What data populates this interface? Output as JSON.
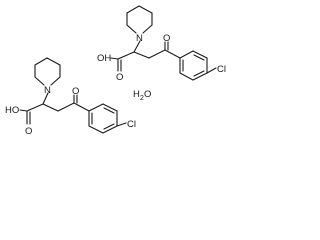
{
  "molecule_1": {
    "labels": {
      "nitrogen": "N",
      "hydroxyl": "HO",
      "carboxyl_oxygen": "O",
      "ketone_oxygen": "O",
      "chlorine": "Cl"
    }
  },
  "molecule_2": {
    "labels": {
      "nitrogen": "N",
      "hydroxyl": "OH",
      "carboxyl_oxygen": "O",
      "ketone_oxygen": "O",
      "chlorine": "Cl"
    }
  },
  "water": {
    "h": "H",
    "sub": "2",
    "o": "O"
  }
}
